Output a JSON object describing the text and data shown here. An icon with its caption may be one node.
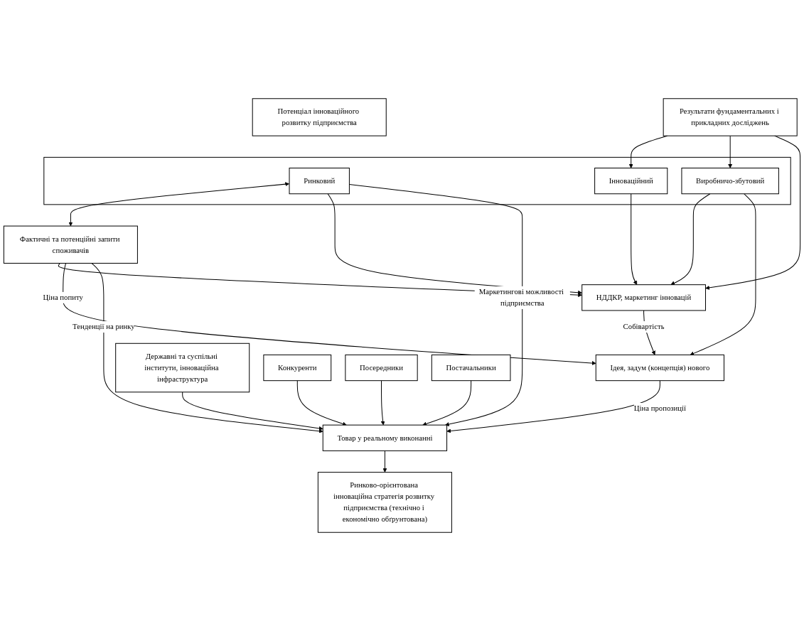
{
  "diagram": {
    "nodes": [
      {
        "text": [
          "Потенціал інноваційного розвитку підприємства"
        ]
      },
      {
        "text": [],
        "shape": "box"
      },
      {
        "text": [
          "Ринковий"
        ],
        "in": 1
      },
      {
        "text": [
          "Інноваційний"
        ],
        "in": 1
      },
      {
        "text": [
          "Виробничо-збутовий"
        ],
        "in": 1
      },
      {
        "text": [
          "Фактичні та потенційні запити споживачів"
        ]
      },
      {
        "text": [
          "НДДКР, маркетинг інновацій"
        ]
      },
      {
        "text": [
          "Результати фундаментальних і прикладних досліджень"
        ]
      },
      {
        "text": [
          "Ідея, задум (концепція) нового"
        ]
      },
      {
        "text": [
          "Державні та суспільні інститути, інноваційна інфраструктура"
        ]
      },
      {
        "text": [
          "Товар у реальному виконанні"
        ]
      },
      {
        "text": [
          "Ринково-орієнтована інноваційна стратегія розвитку підприємства (технічно і економічно обґрунтована)"
        ]
      },
      {
        "text": [
          "Конкуренти"
        ]
      },
      {
        "text": [
          "Посередники"
        ]
      },
      {
        "text": [
          "Постачальники"
        ]
      }
    ],
    "edges": [
      {
        "from": 2,
        "to": 5,
        "arrow": "both"
      },
      {
        "from": 2,
        "to": 6,
        "arrow": "to"
      },
      {
        "from": 3,
        "to": 6,
        "arrow": "to"
      },
      {
        "from": 4,
        "to": 6,
        "arrow": "to"
      },
      {
        "from": 7,
        "to": 3,
        "arrow": "to"
      },
      {
        "from": 7,
        "to": 4,
        "arrow": "to"
      },
      {
        "from": 7,
        "to": 6,
        "arrow": "to"
      },
      {
        "from": 5,
        "to": 6,
        "arrow": "to"
      },
      {
        "from": 6,
        "to": 8,
        "arrow": "to",
        "label": "Собівартість"
      },
      {
        "from": 4,
        "to": 8,
        "arrow": "to"
      },
      {
        "from": 5,
        "to": 8,
        "arrow": "to",
        "label": "Ціна попиту"
      },
      {
        "from": 5,
        "to": 10,
        "arrow": "to",
        "label": "Тенденції на ринку"
      },
      {
        "from": 2,
        "to": 10,
        "arrow": "to",
        "label": "Маркетингові можливості підприємства"
      },
      {
        "from": 8,
        "to": 10,
        "arrow": "to",
        "label": "Ціна пропозиції"
      },
      {
        "from": 9,
        "to": 10,
        "arrow": "to"
      },
      {
        "from": 10,
        "to": 11,
        "arrow": "to"
      },
      {
        "from": 12,
        "to": 10,
        "arrow": "to"
      },
      {
        "from": 14,
        "to": 10,
        "arrow": "to"
      },
      {
        "from": 13,
        "to": 10,
        "arrow": "to"
      }
    ]
  }
}
